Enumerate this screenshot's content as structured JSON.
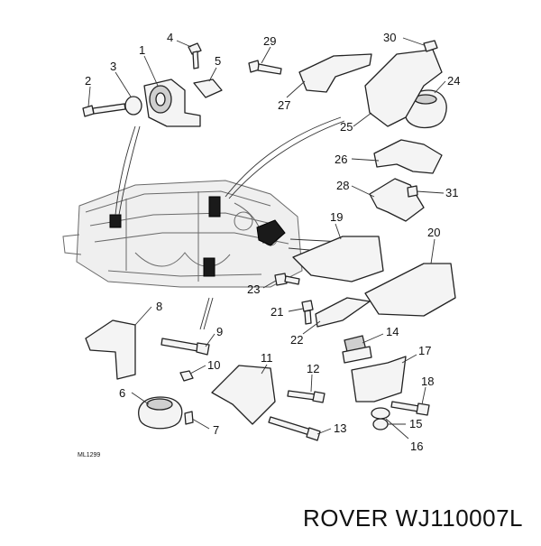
{
  "diagram": {
    "reference_code": "ML1299",
    "caption": "ROVER WJ110007L",
    "callouts": [
      "1",
      "2",
      "3",
      "4",
      "5",
      "6",
      "7",
      "8",
      "9",
      "10",
      "11",
      "12",
      "13",
      "14",
      "15",
      "16",
      "17",
      "18",
      "19",
      "20",
      "21",
      "22",
      "23",
      "24",
      "25",
      "26",
      "27",
      "28",
      "29",
      "30",
      "31"
    ]
  }
}
